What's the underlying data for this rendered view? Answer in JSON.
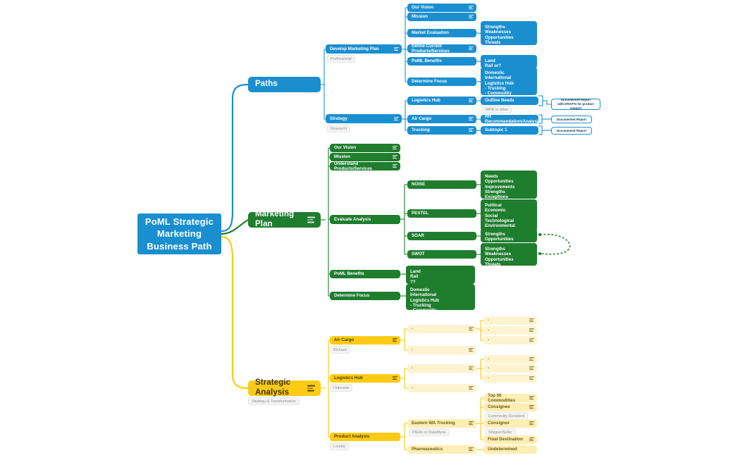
{
  "title": "PoML Strategic Marketing Business Path",
  "colors": {
    "blue": "#1a8fd0",
    "green": "#1f7d2e",
    "yellow": "#fccb16",
    "yellow_pale": "#fdf3cf",
    "yellow_mid": "#fdeeb4",
    "note_text": "#8d8d8d",
    "background": "#ffffff"
  },
  "root": {
    "label": "PoML Strategic Marketing Business Path"
  },
  "branches": [
    {
      "id": "paths",
      "label": "Paths",
      "color": "blue"
    },
    {
      "id": "marketing_plan",
      "label": "Marketing Plan",
      "color": "green"
    },
    {
      "id": "strategic_analysis",
      "label": "Strategic Analysis",
      "color": "yellow",
      "note": "Strategy & Transformation"
    }
  ],
  "paths_branch": {
    "develop_marketing_plan": {
      "label": "Develop Marketing Plan",
      "note": "Professional",
      "children": [
        {
          "label": "Our Vision"
        },
        {
          "label": "Mission"
        },
        {
          "label": "Market Evaluation",
          "result": "Strengths\nWeaknesses\nOpportunities\nThreats"
        },
        {
          "label": "Define Current Products/Services"
        },
        {
          "label": "PoML Benefits",
          "result": "Land\nRail or?"
        },
        {
          "label": "Determine Focus",
          "result": "Domestic\nInternational\nLogistics Hub\n  - Trucking\n  - Commodity"
        }
      ]
    },
    "strategy": {
      "label": "Strategy",
      "note": "Research",
      "children": [
        {
          "label": "Logistics Hub",
          "result": "Outline Needs",
          "result_note": "WPE or other",
          "report": "Documented Report\nwith DRAFTs for product support"
        },
        {
          "label": "Air Cargo",
          "result": "RH Recommendation/Analysis",
          "report": "Documented Report"
        },
        {
          "label": "Trucking",
          "result": "Subtopic 1",
          "report": "Documented Report"
        }
      ]
    }
  },
  "marketing_plan_branch": {
    "children": [
      {
        "label": "Our Vision"
      },
      {
        "label": "Mission"
      },
      {
        "label": "Understand Products/Services"
      },
      {
        "label": "Evaluate Analysis",
        "children": [
          {
            "label": "NOISE",
            "result": "Needs\nOpportunities\nImprovements\nStrengths\nExceptions"
          },
          {
            "label": "PESTEL",
            "result": "Political\nEconomic\nSocial\nTechnological\nEnvironmental\nLegal"
          },
          {
            "label": "SOAR",
            "result": "Strengths\nOpportunities"
          },
          {
            "label": "SWOT",
            "result": "Strengths\nWeaknesses\nOpportunities\nThreats"
          }
        ]
      },
      {
        "label": "PoML Benefits",
        "result": "Land\nRail\n??"
      },
      {
        "label": "Determine Focus",
        "result": "Domestic\nInternational\nLogistics Hub\n  - Trucking\n  - Commodity"
      }
    ]
  },
  "strategic_analysis_branch": {
    "children": [
      {
        "label": "Air Cargo",
        "note": "Richard",
        "children": [
          {
            "label": "-",
            "children": [
              {
                "label": "-"
              },
              {
                "label": "-"
              },
              {
                "label": "-"
              }
            ]
          },
          {
            "label": "-"
          }
        ]
      },
      {
        "label": "Logistics Hub",
        "note": "Unknown",
        "children": [
          {
            "label": "-",
            "children": [
              {
                "label": "-"
              },
              {
                "label": "-"
              },
              {
                "label": "-"
              }
            ]
          },
          {
            "label": "-"
          }
        ]
      },
      {
        "label": "Product Analysis",
        "note": "Loretta",
        "children": [
          {
            "label": "Eastern WA Trucking",
            "note": "PIERs or DataMyne",
            "children": [
              {
                "label": "Top 50 Commodities"
              },
              {
                "label": "Consignee",
                "note": "Commodity Recipient"
              },
              {
                "label": "Consignor",
                "note": "Shipper/Seller"
              },
              {
                "label": "Final Destination"
              }
            ]
          },
          {
            "label": "Pharmaceutics",
            "children": [
              {
                "label": "Undetermined"
              }
            ]
          }
        ]
      }
    ]
  },
  "icons": {
    "node_notes": "notes-lines-icon"
  }
}
